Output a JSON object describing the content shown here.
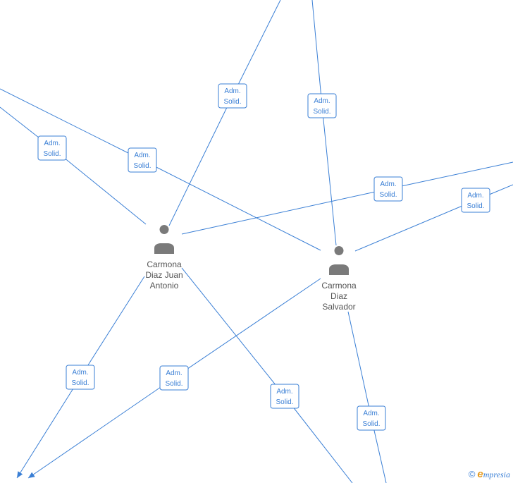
{
  "people": [
    {
      "id": "p1",
      "name_lines": [
        "Carmona",
        "Diaz Juan",
        "Antonio"
      ]
    },
    {
      "id": "p2",
      "name_lines": [
        "Carmona",
        "Diaz",
        "Salvador"
      ]
    }
  ],
  "relations": [
    {
      "id": "r1",
      "line1": "Adm.",
      "line2": "Solid."
    },
    {
      "id": "r2",
      "line1": "Adm.",
      "line2": "Solid."
    },
    {
      "id": "r3",
      "line1": "Adm.",
      "line2": "Solid."
    },
    {
      "id": "r4",
      "line1": "Adm.",
      "line2": "Solid."
    },
    {
      "id": "r5",
      "line1": "Adm.",
      "line2": "Solid."
    },
    {
      "id": "r6",
      "line1": "Adm.",
      "line2": "Solid."
    },
    {
      "id": "r7",
      "line1": "Adm.",
      "line2": "Solid."
    },
    {
      "id": "r8",
      "line1": "Adm.",
      "line2": "Solid."
    },
    {
      "id": "r9",
      "line1": "Adm.",
      "line2": "Solid."
    },
    {
      "id": "r10",
      "line1": "Adm.",
      "line2": "Solid."
    }
  ],
  "watermark": {
    "copyright": "©",
    "e": "e",
    "brand": "mpresia"
  }
}
